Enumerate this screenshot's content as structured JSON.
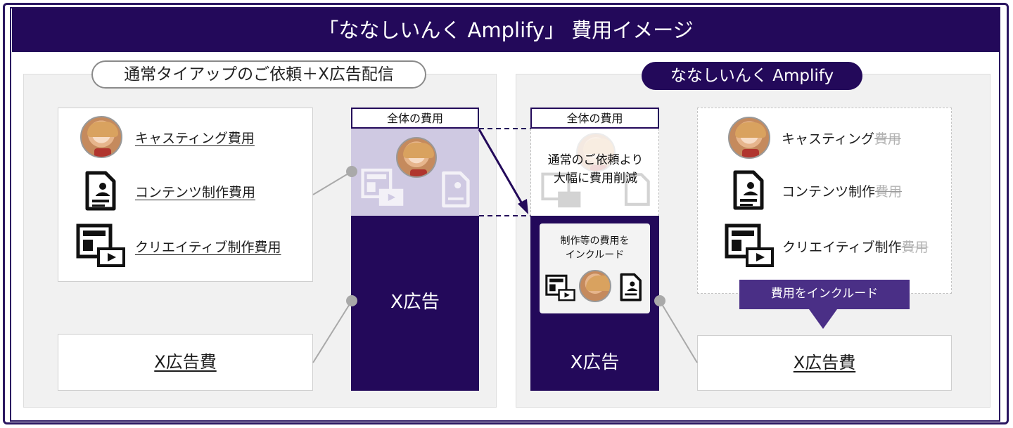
{
  "title": "「ななしいんく Amplify」 費用イメージ",
  "left": {
    "pill": "通常タイアップのご依頼＋X広告配信",
    "items": [
      {
        "label": "キャスティング費用",
        "icon": "avatar-icon"
      },
      {
        "label": "コンテンツ制作費用",
        "icon": "document-icon"
      },
      {
        "label": "クリエイティブ制作費用",
        "icon": "video-layout-icon"
      }
    ],
    "ad_cost": "X広告費",
    "column_head": "全体の費用",
    "column_ad": "X広告"
  },
  "right": {
    "pill": "ななしいんく Amplify",
    "column_head": "全体の費用",
    "reduction_line1": "通常のご依頼より",
    "reduction_line2": "大幅に費用削減",
    "include_line1": "制作等の費用を",
    "include_line2": "インクルード",
    "column_ad": "X広告",
    "items": [
      {
        "prefix": "キャスティング",
        "struck": "費用"
      },
      {
        "prefix": "コンテンツ制作",
        "struck": "費用"
      },
      {
        "prefix": "クリエイティブ制作",
        "struck": "費用"
      }
    ],
    "include_banner": "費用をインクルード",
    "ad_cost": "X広告費"
  },
  "colors": {
    "brand": "#23095a",
    "tint": "#cfc9e2",
    "gray": "#a9a9a9"
  }
}
